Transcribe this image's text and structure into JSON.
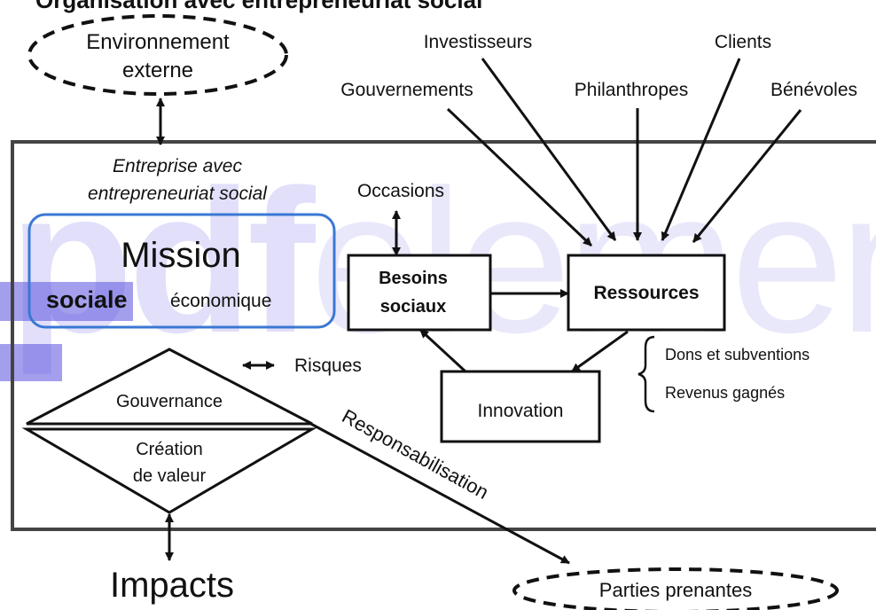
{
  "header": {
    "partial_title": "Organisation avec entrepreneuriat social"
  },
  "nodes": {
    "environnement_line1": "Environnement",
    "environnement_line2": "externe",
    "entreprise_line1": "Entreprise avec",
    "entreprise_line2": "entrepreneuriat social",
    "mission_title": "Mission",
    "mission_sociale": "sociale",
    "mission_economique": "économique",
    "occasions": "Occasions",
    "besoins_line1": "Besoins",
    "besoins_line2": "sociaux",
    "ressources": "Ressources",
    "innovation": "Innovation",
    "risques": "Risques",
    "gouvernance": "Gouvernance",
    "creation_line1": "Création",
    "creation_line2": "de valeur",
    "responsabilisation": "Responsabilisation",
    "impacts": "Impacts",
    "parties_prenantes": "Parties prenantes"
  },
  "stakeholders": {
    "investisseurs": "Investisseurs",
    "clients": "Clients",
    "gouvernements": "Gouvernements",
    "philanthropes": "Philanthropes",
    "benevoles": "Bénévoles"
  },
  "resource_types": [
    "Dons et subventions",
    "Revenus gagnés"
  ],
  "watermark": {
    "bold": "pdf",
    "light": "element"
  },
  "colors": {
    "mission_border": "#3a78d4",
    "frame": "#444444",
    "watermark": "#7a6ee6"
  }
}
